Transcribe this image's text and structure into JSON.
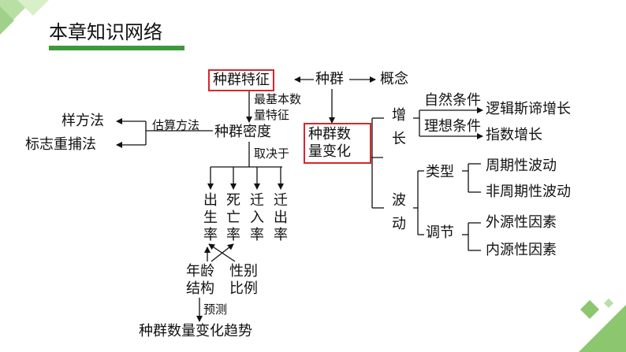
{
  "header": {
    "title": "本章知识网络"
  },
  "theme": {
    "accent": "#3d9a3a",
    "light_green": "#b9dfa5",
    "highlight_border": "#d7262c"
  },
  "map": {
    "population": "种群",
    "concept": "概念",
    "features": "种群特征",
    "basic_feature_l1": "最基本数",
    "basic_feature_l2": "量特征",
    "estimate_method": "估算方法",
    "quadrat": "样方法",
    "mark_recapture": "标志重捕法",
    "density": "种群密度",
    "determined_by": "取决于",
    "birth_rate": "出生率",
    "death_rate": "死亡率",
    "immigration": "迁入率",
    "emigration": "迁出率",
    "age_l1": "年龄",
    "age_l2": "结构",
    "sex_l1": "性别",
    "sex_l2": "比例",
    "predict": "预测",
    "trend": "种群数量变化趋势",
    "change_l1": "种群数",
    "change_l2": "量变化",
    "growth": "增长",
    "natural": "自然条件",
    "logistic": "逻辑斯谛增长",
    "ideal": "理想条件",
    "exponential": "指数增长",
    "fluctuation": "波动",
    "type": "类型",
    "periodic": "周期性波动",
    "nonperiodic": "非周期性波动",
    "regulation": "调节",
    "external": "外源性因素",
    "internal": "内源性因素"
  }
}
